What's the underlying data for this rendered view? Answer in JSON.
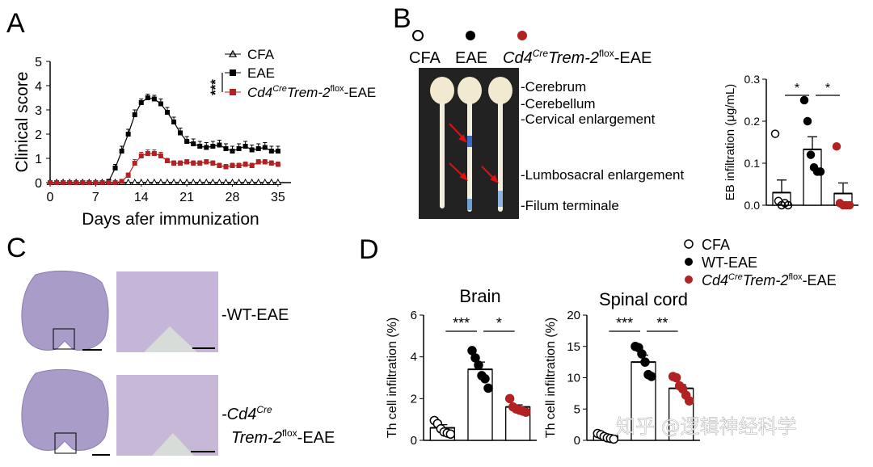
{
  "panels": {
    "A": "A",
    "B": "B",
    "C": "C",
    "D": "D"
  },
  "chart_data": [
    {
      "panel": "A",
      "type": "line",
      "xlabel": "Days afer immunization",
      "ylabel": "Clinical score",
      "xlim": [
        0,
        37
      ],
      "ylim": [
        0,
        5
      ],
      "xticks": [
        "0",
        "7",
        "14",
        "21",
        "28",
        "35"
      ],
      "xtick_values": [
        0,
        7,
        14,
        21,
        28,
        35
      ],
      "yticks": [
        "0",
        "1",
        "2",
        "3",
        "4",
        "5"
      ],
      "ytick_values": [
        0,
        1,
        2,
        3,
        4,
        5
      ],
      "significance": "***",
      "series": [
        {
          "name": "CFA",
          "marker": "triangle-open",
          "color": "#000000",
          "x": [
            0,
            1,
            2,
            3,
            4,
            5,
            6,
            7,
            8,
            9,
            10,
            11,
            12,
            13,
            14,
            15,
            16,
            17,
            18,
            19,
            20,
            21,
            22,
            23,
            24,
            25,
            26,
            27,
            28,
            29,
            30,
            31,
            32,
            33,
            34,
            35
          ],
          "y": [
            0,
            0,
            0,
            0,
            0,
            0,
            0,
            0,
            0,
            0,
            0,
            0,
            0,
            0,
            0,
            0,
            0,
            0,
            0,
            0,
            0,
            0,
            0,
            0,
            0,
            0,
            0,
            0,
            0,
            0,
            0,
            0,
            0,
            0,
            0,
            0
          ]
        },
        {
          "name": "EAE",
          "marker": "square",
          "color": "#000000",
          "x": [
            0,
            1,
            2,
            3,
            4,
            5,
            6,
            7,
            8,
            9,
            10,
            11,
            12,
            13,
            14,
            15,
            16,
            17,
            18,
            19,
            20,
            21,
            22,
            23,
            24,
            25,
            26,
            27,
            28,
            29,
            30,
            31,
            32,
            33,
            34,
            35
          ],
          "y": [
            0,
            0,
            0,
            0,
            0,
            0,
            0,
            0,
            0,
            0.05,
            0.6,
            1.3,
            2.0,
            2.8,
            3.3,
            3.5,
            3.45,
            3.25,
            2.9,
            2.5,
            2.05,
            1.7,
            1.6,
            1.5,
            1.45,
            1.5,
            1.55,
            1.4,
            1.3,
            1.4,
            1.5,
            1.35,
            1.4,
            1.45,
            1.3,
            1.3
          ],
          "err": [
            0,
            0,
            0,
            0,
            0,
            0,
            0,
            0,
            0,
            0.05,
            0.15,
            0.2,
            0.2,
            0.2,
            0.15,
            0.15,
            0.15,
            0.2,
            0.2,
            0.2,
            0.2,
            0.2,
            0.2,
            0.2,
            0.2,
            0.2,
            0.2,
            0.2,
            0.2,
            0.2,
            0.2,
            0.2,
            0.2,
            0.2,
            0.2,
            0.2
          ]
        },
        {
          "name": "Cd4^Cre Trem-2^flox-EAE",
          "marker": "square",
          "color": "#b22222",
          "x": [
            0,
            1,
            2,
            3,
            4,
            5,
            6,
            7,
            8,
            9,
            10,
            11,
            12,
            13,
            14,
            15,
            16,
            17,
            18,
            19,
            20,
            21,
            22,
            23,
            24,
            25,
            26,
            27,
            28,
            29,
            30,
            31,
            32,
            33,
            34,
            35
          ],
          "y": [
            0,
            0,
            0,
            0,
            0,
            0,
            0,
            0,
            0,
            0,
            0,
            0.05,
            0.3,
            0.8,
            1.1,
            1.2,
            1.2,
            1.1,
            0.9,
            0.8,
            0.8,
            0.85,
            0.8,
            0.8,
            0.85,
            0.8,
            0.7,
            0.65,
            0.7,
            0.7,
            0.75,
            0.7,
            0.85,
            0.85,
            0.8,
            0.75
          ],
          "err": [
            0,
            0,
            0,
            0,
            0,
            0,
            0,
            0,
            0,
            0,
            0,
            0.05,
            0.1,
            0.15,
            0.15,
            0.15,
            0.15,
            0.15,
            0.1,
            0.1,
            0.1,
            0.1,
            0.1,
            0.1,
            0.1,
            0.1,
            0.1,
            0.1,
            0.1,
            0.1,
            0.1,
            0.1,
            0.1,
            0.1,
            0.1,
            0.1
          ]
        }
      ]
    },
    {
      "panel": "B",
      "type": "bar",
      "ylabel": "EB infiltration (μg/mL)",
      "ylim": [
        0,
        0.3
      ],
      "yticks": [
        "0.0",
        "0.1",
        "0.2",
        "0.3"
      ],
      "ytick_values": [
        0,
        0.1,
        0.2,
        0.3
      ],
      "categories": [
        "CFA",
        "EAE",
        "Cd4^Cre Trem-2^flox-EAE"
      ],
      "values": [
        0.03,
        0.133,
        0.028
      ],
      "errors": [
        0.03,
        0.03,
        0.025
      ],
      "point_colors": [
        "#000000",
        "#000000",
        "#b22222"
      ],
      "point_fill": [
        "none",
        "#000000",
        "#b22222"
      ],
      "points": [
        [
          0.17,
          0.01,
          0.0,
          0.005,
          0.0
        ],
        [
          0.25,
          0.2,
          0.12,
          0.09,
          0.08,
          0.08
        ],
        [
          0.14,
          0.005,
          0.0,
          0.0,
          0.0
        ]
      ],
      "significance": [
        {
          "from": 0,
          "to": 1,
          "label": "*"
        },
        {
          "from": 1,
          "to": 2,
          "label": "*"
        }
      ]
    },
    {
      "panel": "D",
      "type": "bar",
      "title": "Brain",
      "ylabel": "Th cell infiltration (%)",
      "ylim": [
        0,
        6
      ],
      "yticks": [
        "0",
        "2",
        "4",
        "6"
      ],
      "ytick_values": [
        0,
        2,
        4,
        6
      ],
      "categories": [
        "CFA",
        "WT-EAE",
        "Cd4^Cre Trem-2^flox-EAE"
      ],
      "values": [
        0.6,
        3.4,
        1.6
      ],
      "errors": [
        0.15,
        0.35,
        0.1
      ],
      "points": [
        [
          0.95,
          0.8,
          0.55,
          0.4,
          0.35,
          0.3
        ],
        [
          4.3,
          3.95,
          3.6,
          3.1,
          2.95,
          2.5
        ],
        [
          2.0,
          1.6,
          1.5,
          1.45,
          1.4,
          1.35
        ]
      ],
      "significance": [
        {
          "from": 0,
          "to": 1,
          "label": "***"
        },
        {
          "from": 1,
          "to": 2,
          "label": "*"
        }
      ]
    },
    {
      "panel": "D",
      "type": "bar",
      "title": "Spinal cord",
      "ylabel": "Th cell infiltration (%)",
      "ylim": [
        0,
        20
      ],
      "yticks": [
        "0",
        "5",
        "10",
        "15",
        "20"
      ],
      "ytick_values": [
        0,
        5,
        10,
        15,
        20
      ],
      "categories": [
        "CFA",
        "WT-EAE",
        "Cd4^Cre Trem-2^flox-EAE"
      ],
      "values": [
        0.7,
        12.5,
        8.3
      ],
      "errors": [
        0.2,
        1.1,
        0.6
      ],
      "points": [
        [
          1.1,
          0.9,
          0.6,
          0.4,
          0.3,
          0.2
        ],
        [
          15,
          14.8,
          13.8,
          12.5,
          10.5,
          10.2
        ],
        [
          10.2,
          10.0,
          8.7,
          8.2,
          7.2,
          6.3
        ]
      ],
      "significance": [
        {
          "from": 0,
          "to": 1,
          "label": "***"
        },
        {
          "from": 1,
          "to": 2,
          "label": "**"
        }
      ]
    }
  ],
  "legendA": {
    "cfa": "CFA",
    "eae": "EAE",
    "ko_pre": "Cd4",
    "ko_sup1": "Cre",
    "ko_mid": "Trem-2",
    "ko_sup2": "flox",
    "ko_post": "-EAE",
    "sig": "***"
  },
  "legendB": {
    "cfa": "CFA",
    "eae": "EAE",
    "ko_pre": "Cd4",
    "ko_sup1": "Cre",
    "ko_mid": "Trem-2",
    "ko_sup2": "flox",
    "ko_post": "-EAE"
  },
  "cordLabels": [
    "-Cerebrum",
    "-Cerebellum",
    "-Cervical enlargement",
    "-Lumbosacral enlargement",
    "-Filum terminale"
  ],
  "legendD": {
    "cfa": "CFA",
    "wt": "WT-EAE",
    "ko_pre": "Cd4",
    "ko_sup1": "Cre",
    "ko_mid": "Trem-2",
    "ko_sup2": "flox",
    "ko_post": "-EAE"
  },
  "labelsC": {
    "wt": "-WT-EAE",
    "ko_pre": "-Cd4",
    "ko_sup1": "Cre",
    "ko_mid": "Trem-2",
    "ko_sup2": "flox",
    "ko_post": "-EAE"
  },
  "watermark": "知乎 @逻辑神经科学",
  "colors": {
    "ko": "#b22222",
    "black": "#000000",
    "he_bg": "#c8b8d8",
    "he_tissue": "#a99cc8"
  }
}
